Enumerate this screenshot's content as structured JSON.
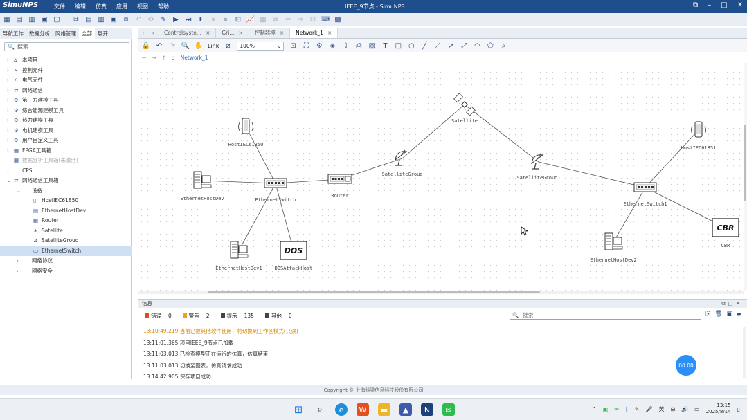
{
  "app": {
    "logo": "SimuNPS",
    "menu": [
      "文件",
      "编辑",
      "仿真",
      "应用",
      "视图",
      "帮助"
    ],
    "title": "IEEE_9节点 - SimuNPS"
  },
  "left_panel": {
    "tabs": [
      "导航工作",
      "数据分析",
      "网络管理",
      "全部",
      "展开"
    ],
    "search_placeholder": "搜索",
    "tree": [
      {
        "label": "本项目",
        "level": 0,
        "arrow": "›"
      },
      {
        "label": "控制元件",
        "level": 0,
        "arrow": "›"
      },
      {
        "label": "电气元件",
        "level": 0,
        "arrow": "›"
      },
      {
        "label": "网络通信",
        "level": 0,
        "arrow": "›"
      },
      {
        "label": "第三方建模工具",
        "level": 0,
        "arrow": "›"
      },
      {
        "label": "综合能源建模工具",
        "level": 0,
        "arrow": "›"
      },
      {
        "label": "热力建模工具",
        "level": 0,
        "arrow": "›"
      },
      {
        "label": "电机建模工具",
        "level": 0,
        "arrow": "›"
      },
      {
        "label": "用户自定义工具",
        "level": 0,
        "arrow": "›"
      },
      {
        "label": "FPGA工具箱",
        "level": 0,
        "arrow": "›"
      },
      {
        "label": "数据分析工具箱(未激活)",
        "level": 0,
        "arrow": "",
        "disabled": true
      },
      {
        "label": "CPS",
        "level": 0,
        "arrow": "›"
      },
      {
        "label": "网络通信工具箱",
        "level": 0,
        "arrow": "⌄"
      },
      {
        "label": "设备",
        "level": 1,
        "arrow": "⌄"
      },
      {
        "label": "HostIEC61850",
        "level": 2,
        "arrow": ""
      },
      {
        "label": "EthernetHostDev",
        "level": 2,
        "arrow": ""
      },
      {
        "label": "Router",
        "level": 2,
        "arrow": ""
      },
      {
        "label": "Satellite",
        "level": 2,
        "arrow": ""
      },
      {
        "label": "SatelliteGroud",
        "level": 2,
        "arrow": ""
      },
      {
        "label": "EthernetSwitch",
        "level": 2,
        "arrow": "",
        "selected": true
      },
      {
        "label": "网络协议",
        "level": 1,
        "arrow": "›"
      },
      {
        "label": "网络安全",
        "level": 1,
        "arrow": "›"
      }
    ]
  },
  "editor": {
    "tabs": [
      {
        "label": "Controlsyste...",
        "active": false
      },
      {
        "label": "Gri...",
        "active": false
      },
      {
        "label": "控制器模",
        "active": false
      },
      {
        "label": "Network_1",
        "active": true
      }
    ],
    "link_label": "Link",
    "zoom": "100%",
    "breadcrumb": "Network_1"
  },
  "diagram": {
    "nodes": [
      {
        "id": "HostIEC61850",
        "label": "HostIEC61850",
        "kind": "phone"
      },
      {
        "id": "EthernetHostDev",
        "label": "EthernetHostDev",
        "kind": "host"
      },
      {
        "id": "EthernetSwitch",
        "label": "EthernetSwitch",
        "kind": "switch"
      },
      {
        "id": "EthernetHostDev1",
        "label": "EthernetHostDev1",
        "kind": "host"
      },
      {
        "id": "DOSAttackHost",
        "label": "DOSAttackHost",
        "kind": "box",
        "text": "DOS"
      },
      {
        "id": "Router",
        "label": "Router",
        "kind": "router"
      },
      {
        "id": "SatelliteGroud",
        "label": "SatelliteGroud",
        "kind": "dish"
      },
      {
        "id": "Satellite",
        "label": "Satellite",
        "kind": "satellite"
      },
      {
        "id": "SatelliteGroud1",
        "label": "SatelliteGroud1",
        "kind": "dish"
      },
      {
        "id": "EthernetSwitch1",
        "label": "EthernetSwitch1",
        "kind": "switch"
      },
      {
        "id": "HostIEC61851",
        "label": "HostIEC61851",
        "kind": "phone"
      },
      {
        "id": "EthernetHostDev2",
        "label": "EthernetHostDev2",
        "kind": "host"
      },
      {
        "id": "CBR",
        "label": "CBR",
        "kind": "box",
        "text": "CBR"
      }
    ]
  },
  "messages": {
    "header": "信息",
    "filters": [
      {
        "label": "错误",
        "count": "0",
        "color": "#e04b1f"
      },
      {
        "label": "警告",
        "count": "2",
        "color": "#f0a020"
      },
      {
        "label": "提示",
        "count": "135",
        "color": "#444444"
      },
      {
        "label": "其他",
        "count": "0",
        "color": "#444444"
      }
    ],
    "search_placeholder": "搜索",
    "lines": [
      {
        "text": "13:10:49.219 当前已被其他软件使用，将切换到工作区模式(只读)",
        "type": "warn"
      },
      {
        "text": "13:11:01.365 项目IEEE_9节点已加载",
        "type": "info"
      },
      {
        "text": "13:11:03.013 已检查模型正在运行的仿真，仿真结束",
        "type": "info"
      },
      {
        "text": "13:11:03.013 切换至图表，仿真请求成功",
        "type": "info"
      },
      {
        "text": "13:14:42.905 保存项目成功",
        "type": "info"
      }
    ],
    "timer": "00:00"
  },
  "status": {
    "copyright": "Copyright © 上海科梁信息科技股份有限公司"
  },
  "taskbar": {
    "time": "13:15",
    "date": "2025/8/14",
    "lang": "英"
  }
}
